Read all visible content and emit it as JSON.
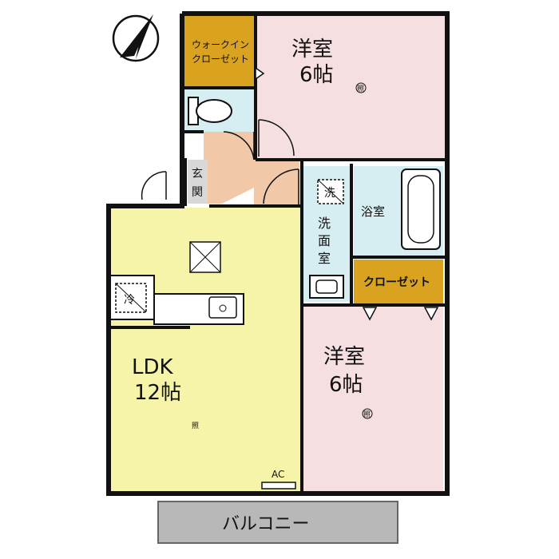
{
  "rooms": {
    "western_room_top": {
      "name": "洋室",
      "size": "6帖",
      "light_mark": "照"
    },
    "western_room_bottom": {
      "name": "洋室",
      "size": "6帖",
      "light_mark": "照"
    },
    "ldk": {
      "name": "LDK",
      "size": "12帖",
      "light_mark": "照"
    },
    "walk_in_closet": {
      "line1": "ウォークイン",
      "line2": "クローゼット"
    },
    "closet": {
      "label": "クローゼット"
    },
    "bath": {
      "label": "浴室"
    },
    "washroom": {
      "line1": "洗",
      "line2": "面",
      "line3": "室"
    },
    "entrance": {
      "line1": "玄",
      "line2": "関"
    },
    "balcony": {
      "label": "バルコニー"
    }
  },
  "fixtures": {
    "washer": "洗",
    "fridge": "冷",
    "aircon": "AC"
  },
  "colors": {
    "wall": "#111111",
    "western_room": "#f6dfe1",
    "ldk": "#f6f4a8",
    "closet": "#d9a21f",
    "wet_area": "#d6eef2",
    "entrance": "#f1c8a8",
    "balcony": "#b8b8b8",
    "counter": "#ffffff"
  },
  "icons": [
    "north-arrow-icon",
    "toilet-icon",
    "bathtub-icon",
    "sink-icon",
    "kitchen-sink-icon",
    "washer-icon",
    "fridge-icon",
    "vent-icon"
  ]
}
